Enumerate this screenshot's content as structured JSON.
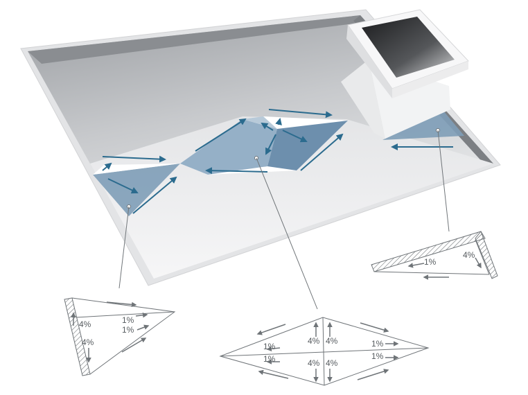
{
  "diagram": {
    "colors": {
      "background": "#ffffff",
      "roof_light": "#eceef0",
      "roof_dark": "#9fa2a6",
      "cricket_blue": "#7e9db7",
      "arrow_blue": "#2b6b8e",
      "detail_line": "#6f7478"
    },
    "detail_left": {
      "labels": [
        "4%",
        "4%",
        "1%",
        "1%"
      ]
    },
    "detail_center": {
      "labels": [
        "1%",
        "1%",
        "4%",
        "4%",
        "4%",
        "4%",
        "1%",
        "1%"
      ]
    },
    "detail_right": {
      "labels": [
        "1%",
        "4%"
      ]
    }
  }
}
